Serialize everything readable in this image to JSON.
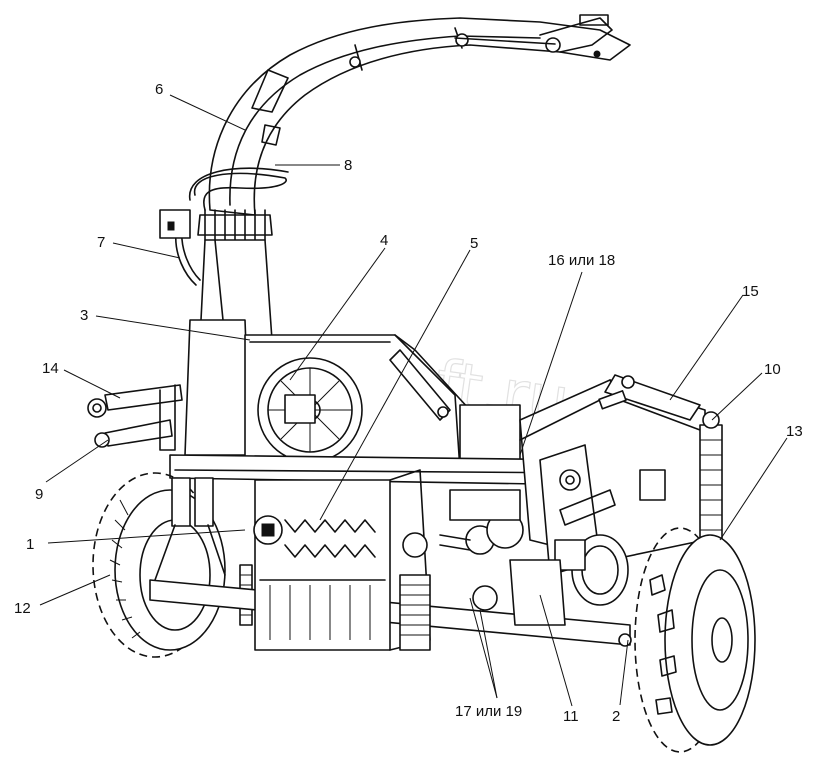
{
  "watermark": "AutoSoft.ru",
  "callouts": [
    {
      "id": "c1",
      "label": "1"
    },
    {
      "id": "c2",
      "label": "2"
    },
    {
      "id": "c3",
      "label": "3"
    },
    {
      "id": "c4",
      "label": "4"
    },
    {
      "id": "c5",
      "label": "5"
    },
    {
      "id": "c6",
      "label": "6"
    },
    {
      "id": "c7",
      "label": "7"
    },
    {
      "id": "c8",
      "label": "8"
    },
    {
      "id": "c9",
      "label": "9"
    },
    {
      "id": "c10",
      "label": "10"
    },
    {
      "id": "c11",
      "label": "11"
    },
    {
      "id": "c12",
      "label": "12"
    },
    {
      "id": "c13",
      "label": "13"
    },
    {
      "id": "c14",
      "label": "14"
    },
    {
      "id": "c15",
      "label": "15"
    },
    {
      "id": "c16",
      "label": "16 или 18"
    },
    {
      "id": "c17",
      "label": "17 или 19"
    }
  ]
}
